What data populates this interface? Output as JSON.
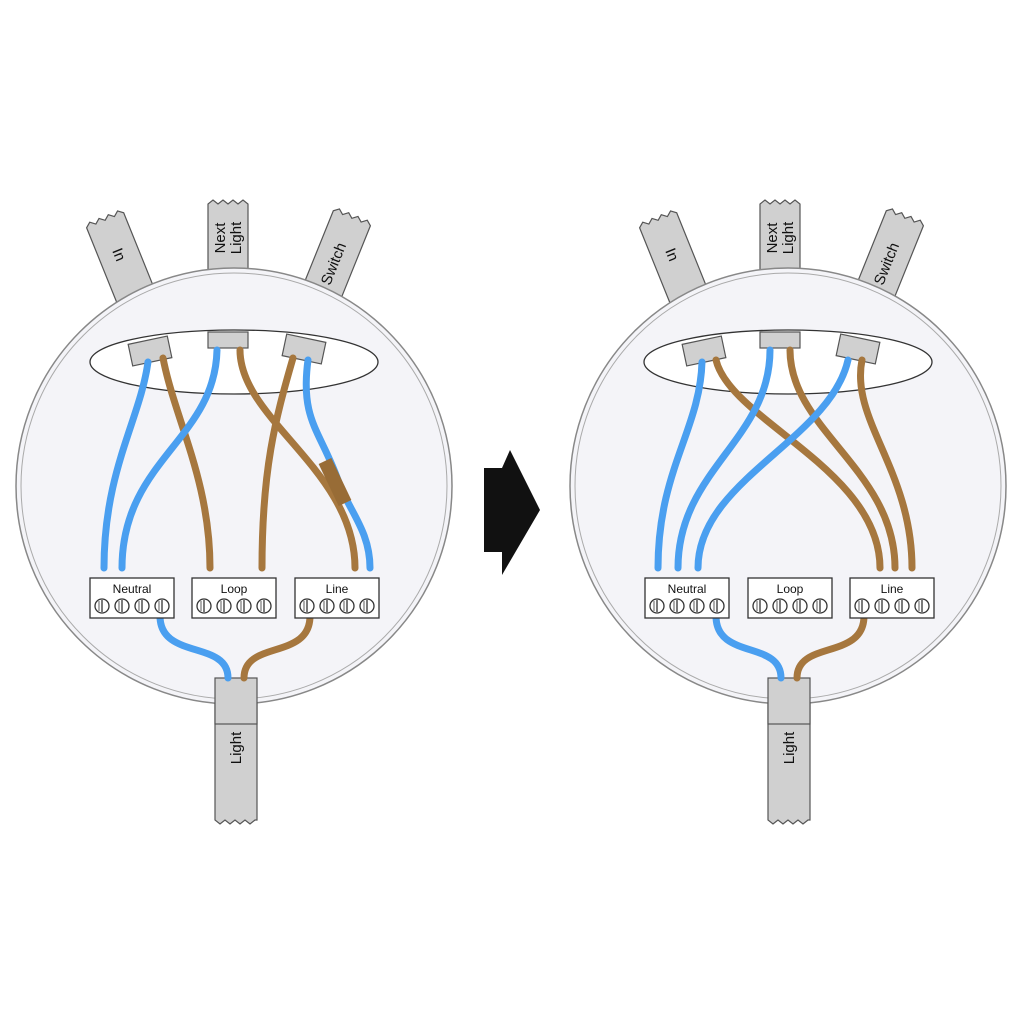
{
  "colors": {
    "neutral_wire": "#4a9ff0",
    "live_wire": "#a6773e",
    "cable_sheath": "#d0d0d0",
    "box_fill": "#f4f4f8",
    "arrow": "#111111"
  },
  "left": {
    "cables": {
      "in": "In",
      "next_light_1": "Next",
      "next_light_2": "Light",
      "switch": "Switch",
      "light": "Light"
    },
    "terminals": {
      "neutral": "Neutral",
      "loop": "Loop",
      "line": "Line"
    }
  },
  "right": {
    "cables": {
      "in": "In",
      "next_light_1": "Next",
      "next_light_2": "Light",
      "switch": "Switch",
      "light": "Light"
    },
    "terminals": {
      "neutral": "Neutral",
      "loop": "Loop",
      "line": "Line"
    }
  }
}
